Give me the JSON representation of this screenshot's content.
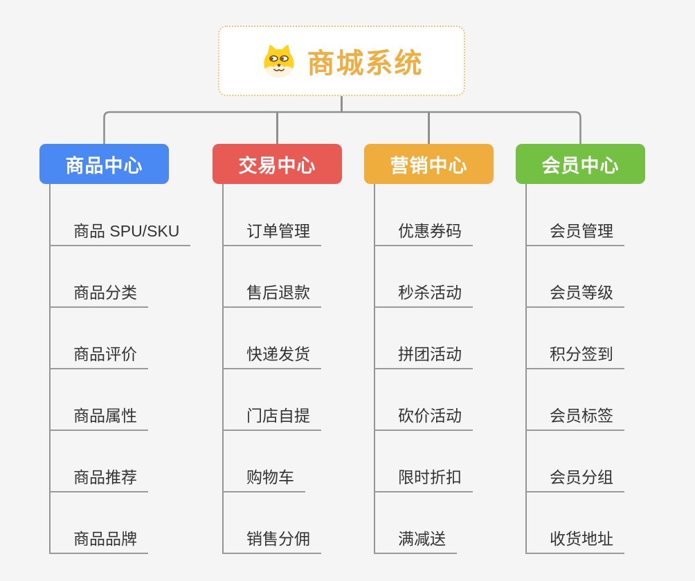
{
  "root": {
    "title": "商城系统",
    "icon": "dog-face-icon",
    "title_color": "#efae43",
    "border_color": "#f2c170"
  },
  "branches": [
    {
      "label": "商品中心",
      "color": "#4a89f3",
      "items": [
        "商品 SPU/SKU",
        "商品分类",
        "商品评价",
        "商品属性",
        "商品推荐",
        "商品品牌"
      ]
    },
    {
      "label": "交易中心",
      "color": "#e85a54",
      "items": [
        "订单管理",
        "售后退款",
        "快递发货",
        "门店自提",
        "购物车",
        "销售分佣"
      ]
    },
    {
      "label": "营销中心",
      "color": "#efad3d",
      "items": [
        "优惠券码",
        "秒杀活动",
        "拼团活动",
        "砍价活动",
        "限时折扣",
        "满减送"
      ]
    },
    {
      "label": "会员中心",
      "color": "#74c043",
      "items": [
        "会员管理",
        "会员等级",
        "积分签到",
        "会员标签",
        "会员分组",
        "收货地址"
      ]
    }
  ],
  "colors": {
    "background": "#f5f5f6",
    "connector_line": "#8f8f8f",
    "leaf_line": "#9a9a9a",
    "leaf_text": "#333333"
  }
}
